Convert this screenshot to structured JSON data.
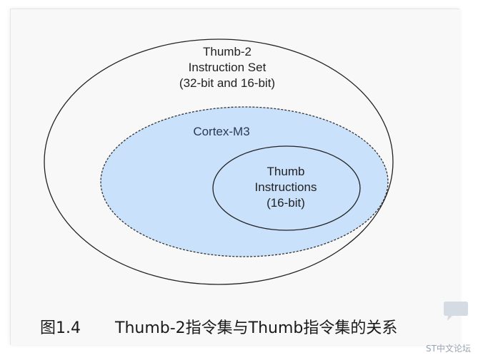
{
  "diagram": {
    "outer_set": {
      "lines": [
        "Thumb-2",
        "Instruction Set",
        "(32-bit and 16-bit)"
      ]
    },
    "middle_set": {
      "label": "Cortex-M3",
      "fill": "#c9e1fb"
    },
    "inner_set": {
      "lines": [
        "Thumb",
        "Instructions",
        "(16-bit)"
      ]
    }
  },
  "caption": {
    "figure_number": "图1.4",
    "text": "Thumb-2指令集与Thumb指令集的关系"
  },
  "watermark": {
    "text": "ST中文论坛"
  },
  "colors": {
    "stroke": "#222222",
    "cortex_fill": "#c9e1fb",
    "watermark": "#9aa4b0"
  }
}
